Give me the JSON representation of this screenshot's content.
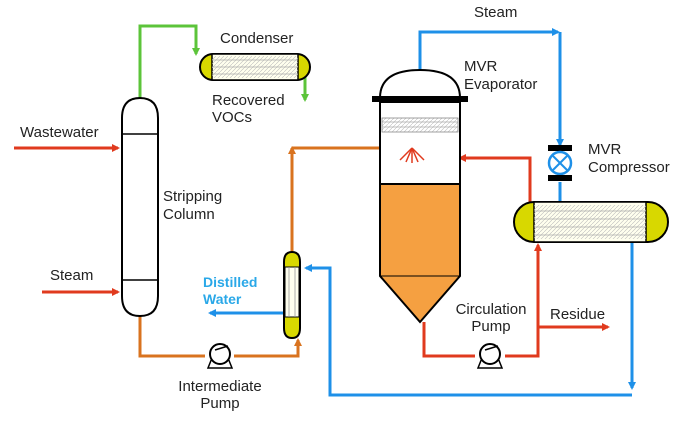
{
  "labels": {
    "steam_top": "Steam",
    "condenser": "Condenser",
    "mvr_evaporator_1": "MVR",
    "mvr_evaporator_2": "Evaporator",
    "mvr_compressor_1": "MVR",
    "mvr_compressor_2": "Compressor",
    "wastewater": "Wastewater",
    "recovered_vocs_1": "Recovered",
    "recovered_vocs_2": "VOCs",
    "stripping_column_1": "Stripping",
    "stripping_column_2": "Column",
    "steam_left": "Steam",
    "distilled_water_1": "Distilled",
    "distilled_water_2": "Water",
    "circulation_pump_1": "Circulation",
    "circulation_pump_2": "Pump",
    "residue": "Residue",
    "intermediate_pump_1": "Intermediate",
    "intermediate_pump_2": "Pump"
  },
  "colors": {
    "steam_blue": "#1e90e8",
    "feed_red": "#e03a1e",
    "process_orange": "#d9731f",
    "vapor_green": "#5cc43a",
    "liquid_orange": "#f5a041",
    "equipment_yellow": "#d8d800",
    "distilled_blue": "#2aa8e8"
  }
}
